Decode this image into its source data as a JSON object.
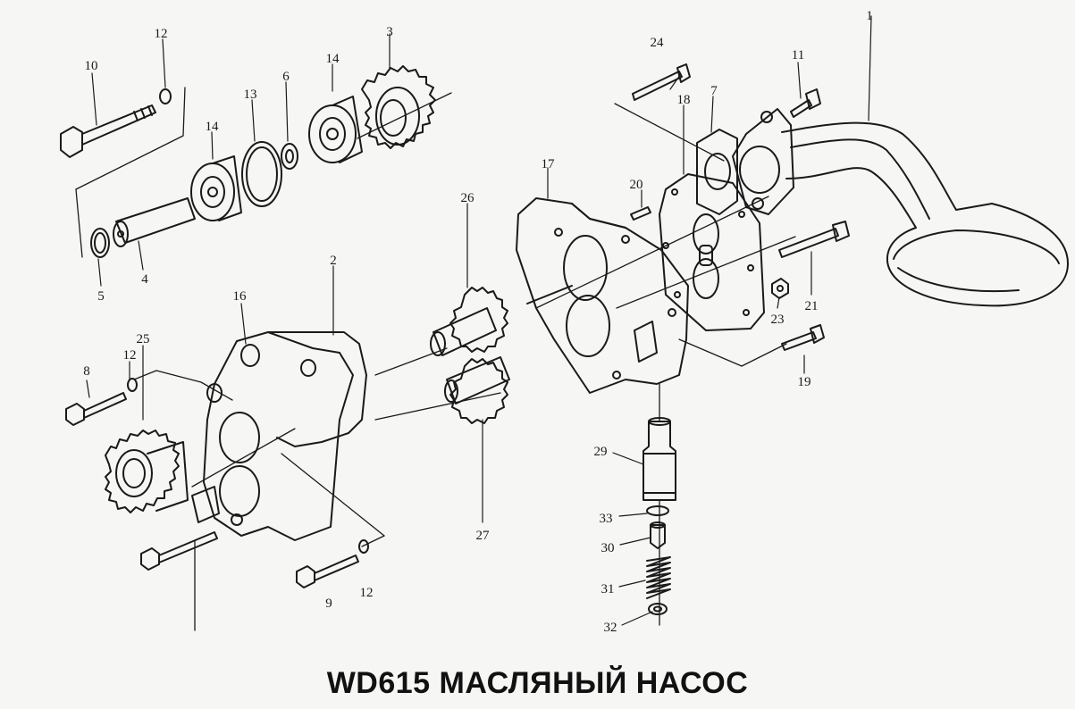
{
  "title": "WD615 МАСЛЯНЫЙ НАСОС",
  "labels": {
    "l1": "1",
    "l2": "2",
    "l3": "3",
    "l4": "4",
    "l5": "5",
    "l6": "6",
    "l7": "7",
    "l8": "8",
    "l9": "9",
    "l10": "10",
    "l11": "11",
    "l12a": "12",
    "l12b": "12",
    "l12c": "12",
    "l13": "13",
    "l14a": "14",
    "l14b": "14",
    "l16": "16",
    "l17": "17",
    "l18": "18",
    "l19": "19",
    "l20": "20",
    "l21": "21",
    "l23": "23",
    "l24": "24",
    "l25": "25",
    "l26": "26",
    "l27": "27",
    "l29": "29",
    "l30": "30",
    "l31": "31",
    "l32": "32",
    "l33": "33"
  }
}
